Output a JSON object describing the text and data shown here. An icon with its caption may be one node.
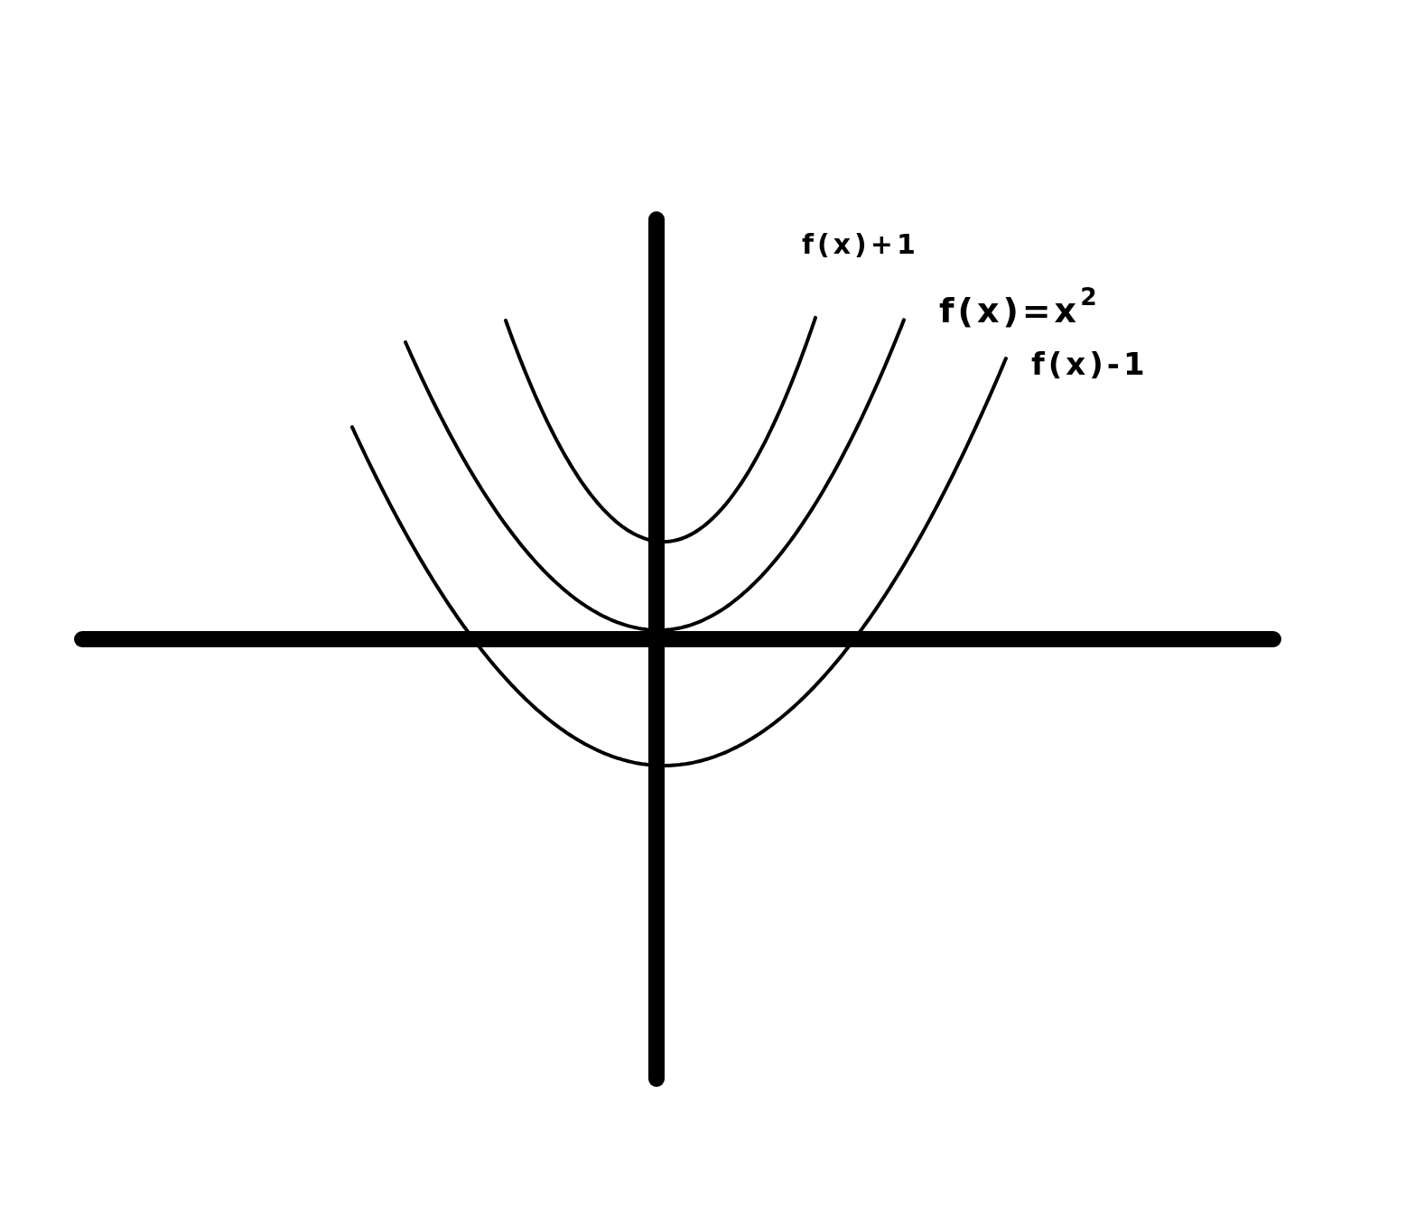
{
  "diagram": {
    "labels": [
      "f(x)+1",
      "f(x)=x$^{2}$",
      "f(x)-1"
    ]
  }
}
